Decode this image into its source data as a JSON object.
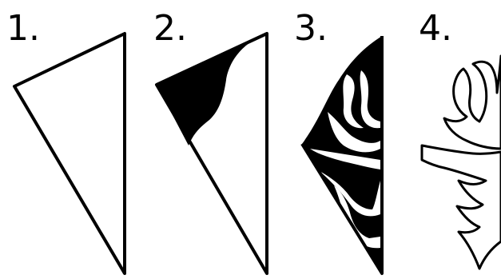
{
  "steps": [
    {
      "label": "1."
    },
    {
      "label": "2."
    },
    {
      "label": "3."
    },
    {
      "label": "4."
    }
  ],
  "colors": {
    "ink": "#000000",
    "paper": "#ffffff"
  }
}
